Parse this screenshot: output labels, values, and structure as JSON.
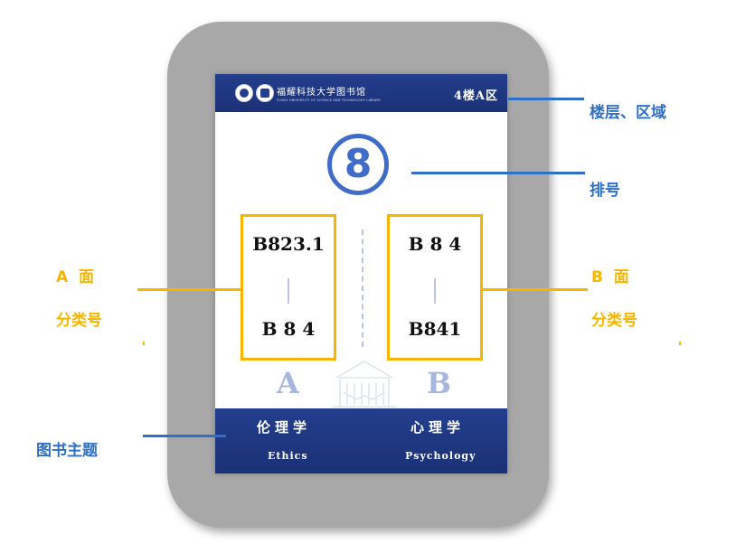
{
  "sign": {
    "university_name": "福耀科技大学图书馆",
    "university_subtitle": "FUYAO UNIVERSITY OF SCIENCE AND TECHNOLOGY LIBRARY",
    "floor_zone": "4楼A区",
    "row_number": "8",
    "side_a": {
      "letter": "A",
      "code_start": "B823.1",
      "code_end": "B 8 4"
    },
    "side_b": {
      "letter": "B",
      "code_start": "B 8 4",
      "code_end": "B841"
    },
    "topics": {
      "a_cn": "伦理学",
      "a_en": "Ethics",
      "b_cn": "心理学",
      "b_en": "Psychology"
    }
  },
  "annotations": {
    "floor_zone": "楼层、区域",
    "row": "排号",
    "side_a_line1": "A  面",
    "side_a_line2": "分类号",
    "side_b_line1": "B  面",
    "side_b_line2": "分类号",
    "topic": "图书主题"
  },
  "colors": {
    "navy": "#233e8c",
    "accent_blue": "#3e6cc8",
    "gold": "#f6b600",
    "frame_gray": "#a8a8a8"
  },
  "icons": [
    "university-emblem-icon",
    "library-logo-icon",
    "library-building-watermark-icon"
  ]
}
